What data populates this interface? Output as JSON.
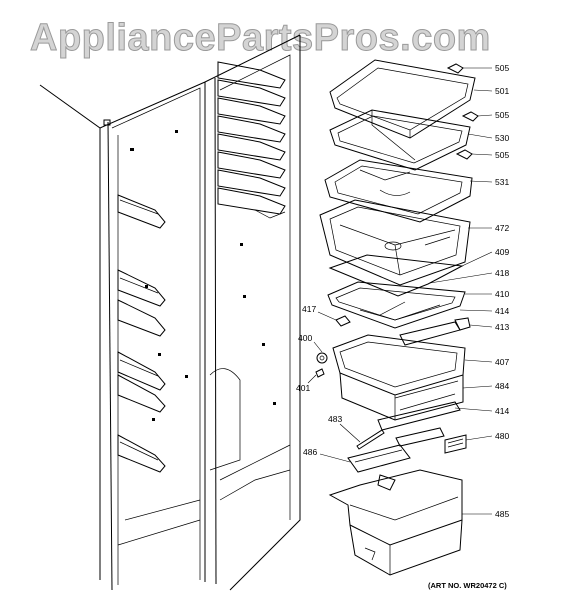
{
  "watermark": "AppliancePartsPros.com",
  "art_number": "(ART NO. WR20472 C)",
  "parts": [
    {
      "id": "505",
      "key": "505a"
    },
    {
      "id": "501",
      "key": "501"
    },
    {
      "id": "505",
      "key": "505b"
    },
    {
      "id": "530",
      "key": "530"
    },
    {
      "id": "505",
      "key": "505c"
    },
    {
      "id": "531",
      "key": "531"
    },
    {
      "id": "472",
      "key": "472"
    },
    {
      "id": "409",
      "key": "409"
    },
    {
      "id": "418",
      "key": "418"
    },
    {
      "id": "410",
      "key": "410"
    },
    {
      "id": "417",
      "key": "417"
    },
    {
      "id": "414",
      "key": "414a"
    },
    {
      "id": "413",
      "key": "413"
    },
    {
      "id": "400",
      "key": "400"
    },
    {
      "id": "407",
      "key": "407"
    },
    {
      "id": "401",
      "key": "401"
    },
    {
      "id": "484",
      "key": "484"
    },
    {
      "id": "483",
      "key": "483"
    },
    {
      "id": "414",
      "key": "414b"
    },
    {
      "id": "480",
      "key": "480"
    },
    {
      "id": "486",
      "key": "486"
    },
    {
      "id": "485",
      "key": "485"
    }
  ]
}
